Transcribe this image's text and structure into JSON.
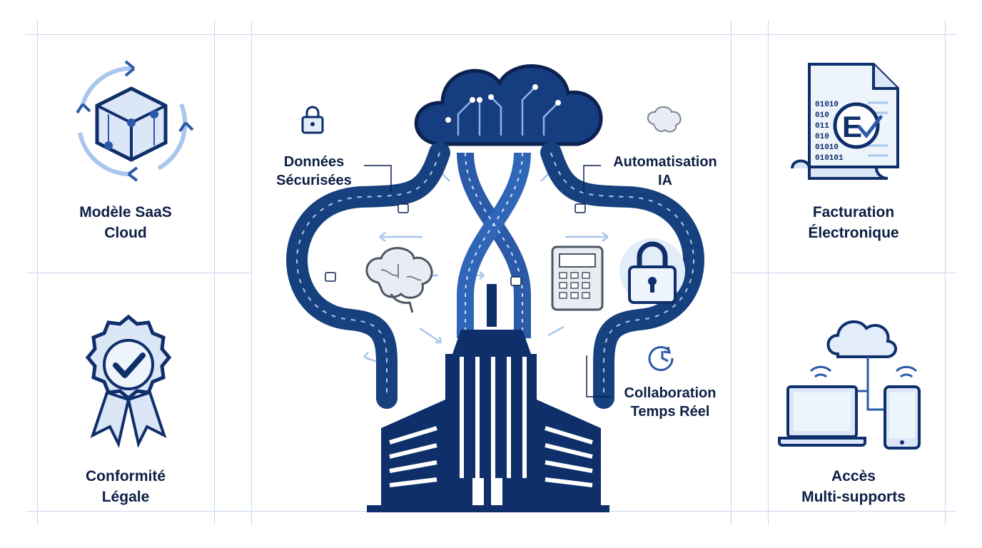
{
  "left_panel": {
    "saas": {
      "line1": "Modèle SaaS",
      "line2": "Cloud"
    },
    "compliance": {
      "line1": "Conformité",
      "line2": "Légale"
    }
  },
  "right_panel": {
    "invoicing": {
      "line1": "Facturation",
      "line2": "Électronique",
      "doc_lines": [
        "01010",
        "010",
        "011",
        "010",
        "01010",
        "010101"
      ]
    },
    "access": {
      "line1": "Accès",
      "line2": "Multi-supports"
    }
  },
  "center": {
    "secure_data": {
      "line1": "Données",
      "line2": "Sécurisées"
    },
    "ai_automation": {
      "line1": "Automatisation",
      "line2": "IA"
    },
    "collaboration": {
      "line1": "Collaboration",
      "line2": "Temps Réel"
    }
  },
  "colors": {
    "navy": "#0f2f6b",
    "mid_blue": "#2a5aa8",
    "light_blue": "#a9c6ec",
    "pale_blue": "#e3edf9",
    "grid": "#c9d8ee"
  }
}
